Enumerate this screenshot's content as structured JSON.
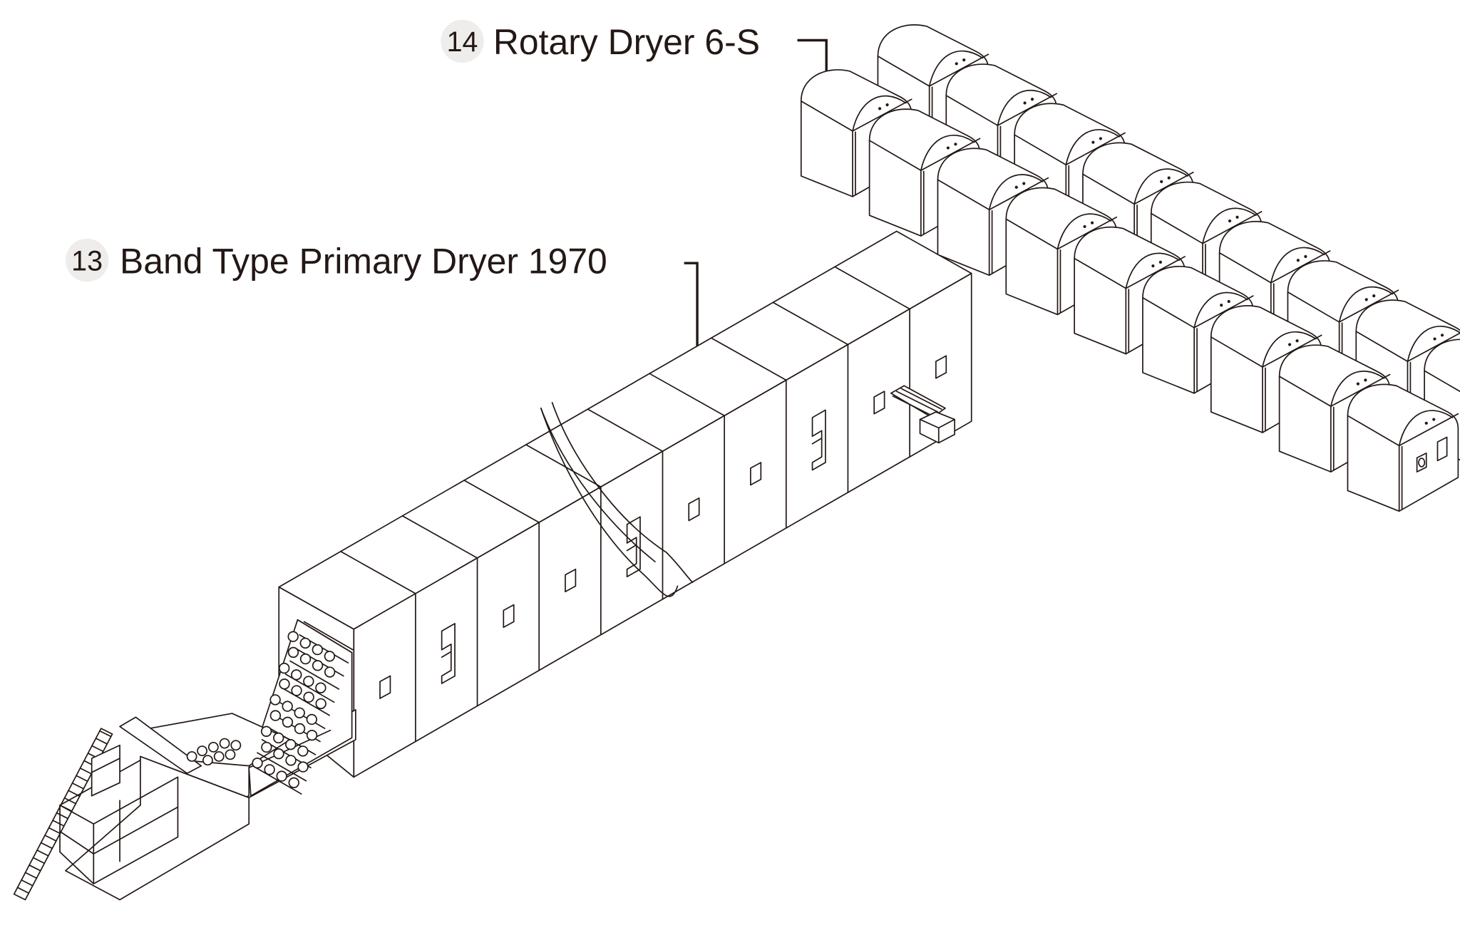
{
  "diagram": {
    "type": "isometric equipment illustration",
    "colors": {
      "ink": "#231815",
      "badge": "#eeedeb",
      "background": "#ffffff"
    },
    "callouts": [
      {
        "number": "14",
        "label": "Rotary Dryer 6-S",
        "target": "rotary-dryer-array"
      },
      {
        "number": "13",
        "label": "Band Type Primary Dryer 1970",
        "target": "band-dryer"
      }
    ],
    "rotary_dryer_array": {
      "rows": 2,
      "units_in_back_row": 9,
      "units_in_front_row": 9,
      "total_units": 18
    },
    "band_dryer": {
      "sections": 10,
      "feed": "inclined mesh conveyor with chip hopper",
      "discharge": "small collection box at far end"
    }
  }
}
